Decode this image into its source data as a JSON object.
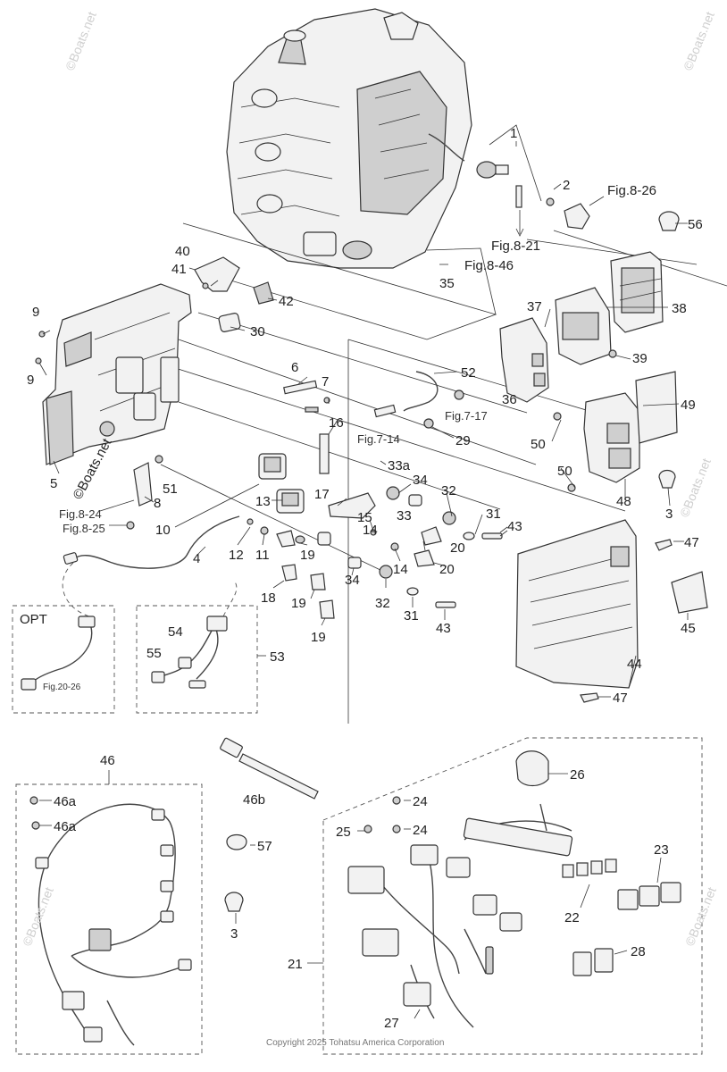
{
  "labels": {
    "p1": "1",
    "p2": "2",
    "p3a": "3",
    "p3b": "3",
    "p4": "4",
    "p5": "5",
    "p6": "6",
    "p7": "7",
    "p8": "8",
    "p9a": "9",
    "p9b": "9",
    "p10": "10",
    "p11": "11",
    "p12": "12",
    "p13": "13",
    "p14a": "14",
    "p14b": "14",
    "p15": "15",
    "p16": "16",
    "p17": "17",
    "p18": "18",
    "p19a": "19",
    "p19b": "19",
    "p19c": "19",
    "p20a": "20",
    "p20b": "20",
    "p21": "21",
    "p22": "22",
    "p23": "23",
    "p24a": "24",
    "p24b": "24",
    "p25": "25",
    "p26": "26",
    "p27": "27",
    "p28": "28",
    "p29": "29",
    "p30": "30",
    "p31a": "31",
    "p31b": "31",
    "p32a": "32",
    "p32b": "32",
    "p33": "33",
    "p33a": "33a",
    "p34a": "34",
    "p34b": "34",
    "p35": "35",
    "p36": "36",
    "p37": "37",
    "p38": "38",
    "p39": "39",
    "p40": "40",
    "p41": "41",
    "p42": "42",
    "p43a": "43",
    "p43b": "43",
    "p44": "44",
    "p45": "45",
    "p46": "46",
    "p46a1": "46a",
    "p46a2": "46a",
    "p46b": "46b",
    "p47a": "47",
    "p47b": "47",
    "p48": "48",
    "p49": "49",
    "p50a": "50",
    "p50b": "50",
    "p51": "51",
    "p52": "52",
    "p53": "53",
    "p54": "54",
    "p55": "55",
    "p56": "56",
    "p57": "57"
  },
  "refs": {
    "fig_8_26": "Fig.8-26",
    "fig_8_21": "Fig.8-21",
    "fig_8_46": "Fig.8-46",
    "fig_7_17": "Fig.7-17",
    "fig_7_14": "Fig.7-14",
    "fig_8_24": "Fig.8-24",
    "fig_8_25": "Fig.8-25",
    "fig_20_26": "Fig.20-26"
  },
  "opt_label": "OPT",
  "watermark": "©Boats.net",
  "copyright": "Copyright 2025 Tohatsu America Corporation"
}
